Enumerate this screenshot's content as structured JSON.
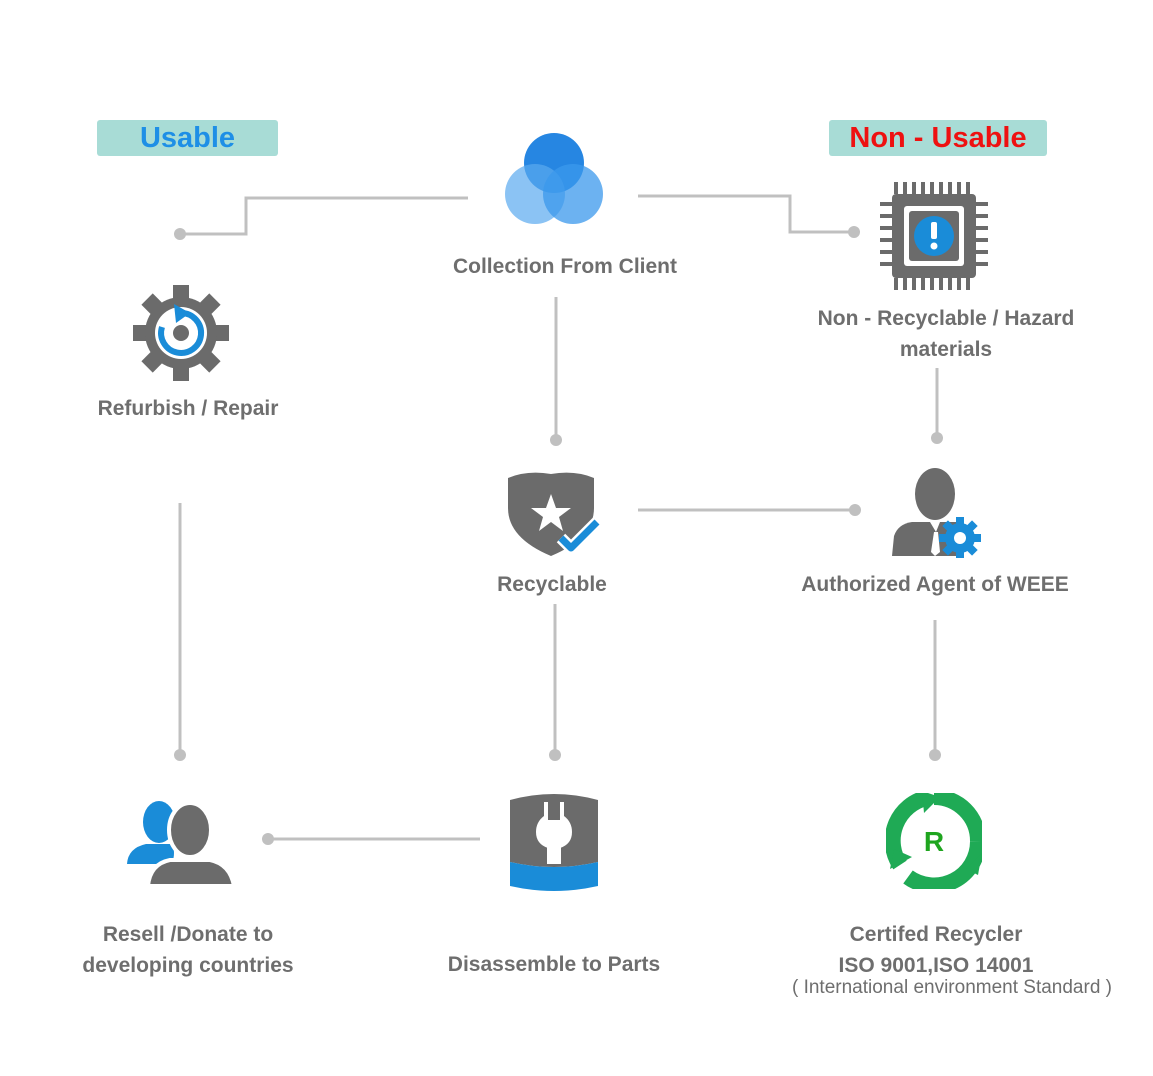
{
  "badges": {
    "usable": {
      "label": "Usable",
      "color": "#1e8fe6"
    },
    "non_usable": {
      "label": "Non - Usable",
      "color": "#ee1111"
    }
  },
  "nodes": {
    "collection": {
      "label": "Collection From Client",
      "icon": "circles-icon"
    },
    "refurbish": {
      "label": "Refurbish / Repair",
      "icon": "gear-refresh-icon"
    },
    "hazard": {
      "line1": "Non - Recyclable / Hazard",
      "line2": "materials",
      "icon": "chip-alert-icon"
    },
    "recyclable": {
      "label": "Recyclable",
      "icon": "shield-star-check-icon"
    },
    "agent": {
      "label": "Authorized Agent of WEEE",
      "icon": "person-gear-icon"
    },
    "resell": {
      "line1": "Resell /Donate to",
      "line2": "developing countries",
      "icon": "users-icon"
    },
    "disassemble": {
      "label": "Disassemble to Parts",
      "icon": "wrench-box-icon"
    },
    "certified": {
      "line1": "Certifed Recycler",
      "line2": "ISO 9001,ISO 14001",
      "note": "( International environment Standard )",
      "icon": "recycle-r-icon",
      "logo_letter": "R"
    }
  },
  "colors": {
    "connector": "#c0c0c0",
    "icon_gray": "#6b6b6b",
    "icon_blue": "#1a8cd8",
    "recycle_green": "#1faa55"
  }
}
